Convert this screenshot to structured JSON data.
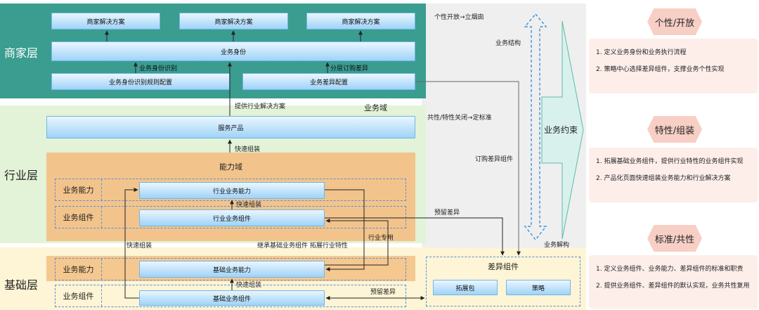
{
  "layers": {
    "merchant": "商家层",
    "industry": "行业层",
    "base": "基础层"
  },
  "merchant": {
    "solutions": [
      "商家解决方案",
      "商家解决方案",
      "商家解决方案"
    ],
    "identity": "业务身份",
    "identity_recognition": "业务身份识别",
    "identity_rule_config": "业务身份识别规则配置",
    "tiered_subscription": "分层订购差异",
    "diff_config": "业务差异配置"
  },
  "industry": {
    "provide_solution": "提供行业解决方案",
    "domain_label": "业务域",
    "service_product": "服务产品",
    "quick_assemble": "快速组装",
    "capability_domain": "能力域",
    "row1_label": "业务能力",
    "row1_item": "行业业务能力",
    "quick_assemble_2": "快速组装",
    "row2_label": "业务组件",
    "row2_item": "行业业务组件",
    "reserve_diff": "预留差异",
    "industry_only": "行业专用",
    "quick_assemble_left": "快速组装",
    "inherit_extend": "继承基础业务组件 拓展行业特性"
  },
  "base": {
    "row1_label": "业务能力",
    "row1_item": "基础业务能力",
    "quick_assemble": "快速组装",
    "row2_label": "业务组件",
    "row2_item": "基础业务组件",
    "reserve_diff": "预留差异"
  },
  "diff": {
    "title": "差异组件",
    "ext_pack": "拓展包",
    "strategy": "策略"
  },
  "middle": {
    "personal_open": "个性开放→立烟囱",
    "business_struct": "业务结构",
    "common_close": "共性/特性关闭→定标准",
    "subscribe_diff": "订购差异组件",
    "business_deconstruct": "业务解构",
    "constraint": "业务约束"
  },
  "right": [
    {
      "title": "个性/开放",
      "lines": [
        "1. 定义业务身份和业务执行流程",
        "2. 策略中心选择差异组件，支撑业务个性实现"
      ]
    },
    {
      "title": "特性/组装",
      "lines": [
        "1. 拓展基础业务组件，提供行业特性的业务组件实现",
        "2. 产品化页面快速组装业务能力和行业解决方案"
      ]
    },
    {
      "title": "标准/共性",
      "lines": [
        "1. 定义业务组件、业务能力、差异组件的标准和职责",
        "2. 提供业务组件、差异组件的默认实现，业务共性复用"
      ]
    }
  ],
  "colors": {
    "merchant_bg": "#3a9d8f",
    "industry_bg": "#e3f3d8",
    "capability_bg": "#f2c48c",
    "base_bg": "#fdf5d5",
    "middle_bg": "#eeeeee",
    "constraint_bg": "#d9f1ec"
  }
}
